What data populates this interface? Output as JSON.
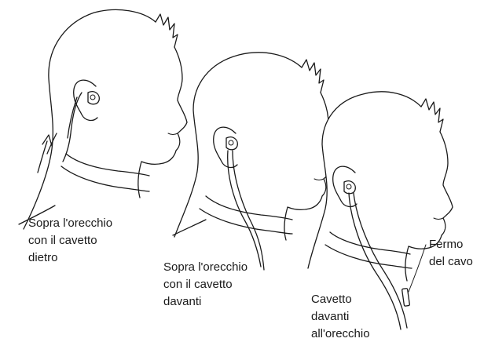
{
  "labels": {
    "over_ear_behind": [
      "Sopra l'orecchio",
      "con il cavetto",
      "dietro"
    ],
    "over_ear_front": [
      "Sopra l'orecchio",
      "con il cavetto",
      "davanti"
    ],
    "cable_front": [
      "Cavetto",
      "davanti",
      "all'orecchio"
    ],
    "cable_clip": [
      "Fermo",
      "del cavo"
    ]
  },
  "colors": {
    "line": "#1a1a1a",
    "background": "#ffffff"
  }
}
